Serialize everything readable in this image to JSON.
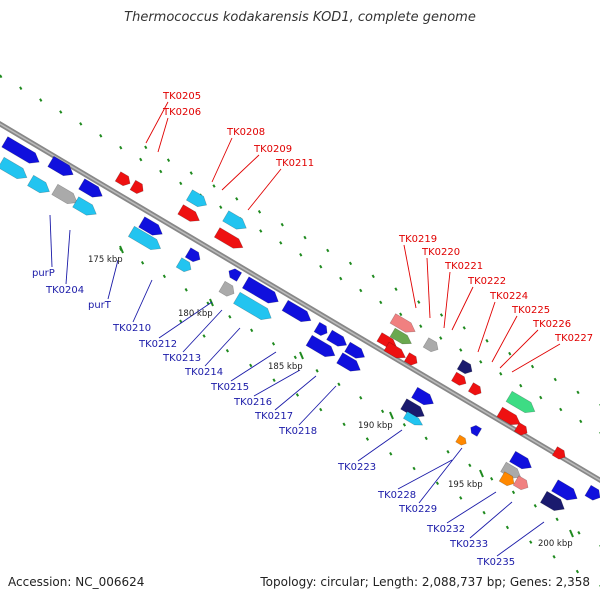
{
  "title": "Thermococcus kodakarensis KOD1, complete genome",
  "accession": "Accession: NC_006624",
  "topology": "Topology: circular; Length: 2,088,737 bp; Genes: 2,358",
  "colors": {
    "backbone": "#888888",
    "blue": "#1010dd",
    "cyan": "#22c4f0",
    "red": "#ee1111",
    "grey": "#aaaaaa",
    "pink": "#f08080",
    "olive": "#6aa84f",
    "green": "#3ddc84",
    "orange": "#ff8800",
    "navy": "#1a1a6e",
    "tick": "#1f8a1f"
  },
  "kbp_labels": [
    "175 kbp",
    "180 kbp",
    "185 kbp",
    "190 kbp",
    "195 kbp",
    "200 kbp"
  ],
  "red_labels": [
    "TK0205",
    "TK0206",
    "TK0208",
    "TK0209",
    "TK0211",
    "TK0219",
    "TK0220",
    "TK0221",
    "TK0222",
    "TK0224",
    "TK0225",
    "TK0226",
    "TK0227"
  ],
  "blue_labels": [
    "purP",
    "TK0204",
    "purT",
    "TK0210",
    "TK0212",
    "TK0213",
    "TK0214",
    "TK0215",
    "TK0216",
    "TK0217",
    "TK0218",
    "TK0223",
    "TK0228",
    "TK0229",
    "TK0232",
    "TK0233",
    "TK0235"
  ]
}
